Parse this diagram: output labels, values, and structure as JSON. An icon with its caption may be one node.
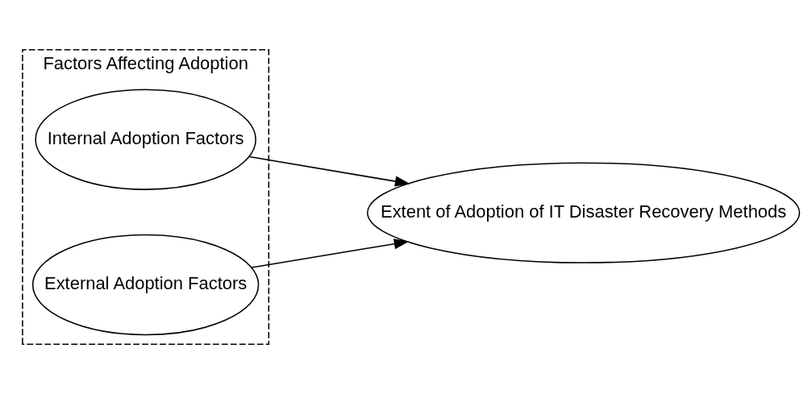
{
  "diagram": {
    "nodes": [
      {
        "text": [
          "Factors Affecting Adoption"
        ]
      },
      {
        "text": [
          "Internal Adoption Factors"
        ],
        "in": 0
      },
      {
        "text": [
          "External Adoption Factors"
        ],
        "in": 0
      },
      {
        "text": [
          "Extent of Adoption of IT Disaster Recovery Methods"
        ]
      }
    ],
    "edges": [
      {
        "from": 1,
        "to": 3,
        "arrow": "to"
      },
      {
        "from": 2,
        "to": 3,
        "arrow": "to"
      }
    ]
  }
}
